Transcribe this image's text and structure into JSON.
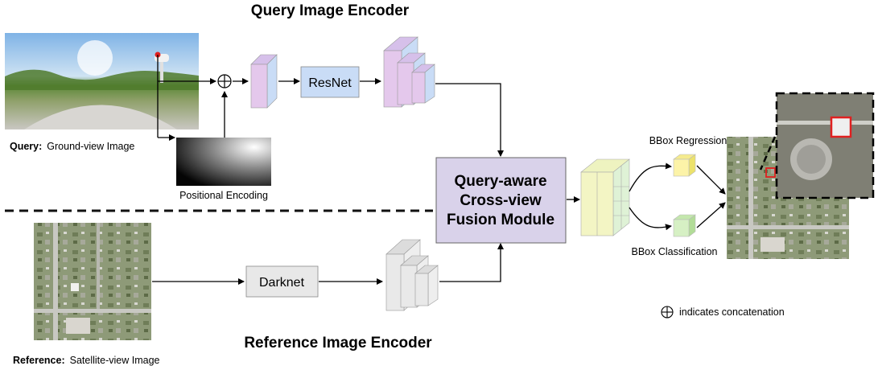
{
  "titles": {
    "query_encoder": "Query Image Encoder",
    "reference_encoder": "Reference Image Encoder"
  },
  "captions": {
    "query_prefix": "Query:",
    "query_text": "Ground-view Image",
    "reference_prefix": "Reference:",
    "reference_text": "Satellite-view Image",
    "positional_encoding": "Positional Encoding"
  },
  "blocks": {
    "resnet": "ResNet",
    "darknet": "Darknet",
    "fusion_line1": "Query-aware",
    "fusion_line2": "Cross-view",
    "fusion_line3": "Fusion Module"
  },
  "heads": {
    "bbox_regression": "BBox Regression",
    "bbox_classification": "BBox Classification"
  },
  "legend": {
    "concat_symbol": "⊕",
    "concat_text": "indicates concatenation"
  },
  "colors": {
    "feature_pink": "#e4c8ec",
    "feature_blue": "#c9dcf6",
    "block_blue": "#c9dcf6",
    "block_gray": "#e8e8e8",
    "fusion_purple": "#d9d2ea",
    "head_yellow": "#fcf3a8",
    "head_green": "#d6f0c4",
    "fused_yellow": "#f3f5c4",
    "fused_green": "#dff2d6",
    "highlight_red": "#e02020"
  }
}
